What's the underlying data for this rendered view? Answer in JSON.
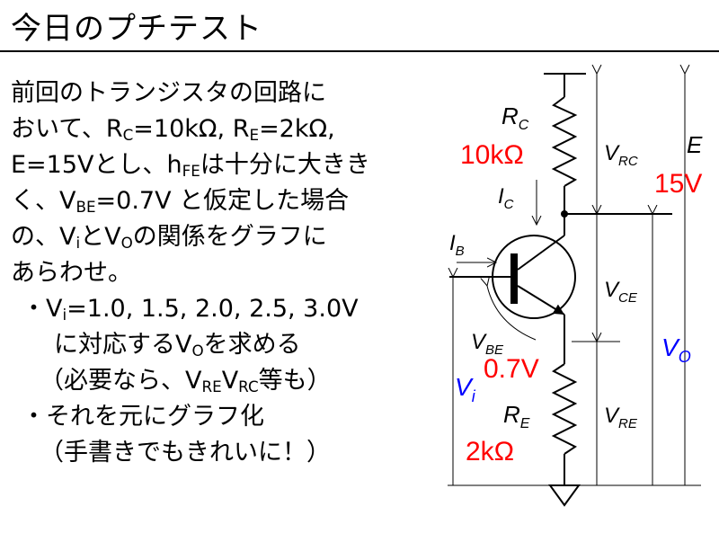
{
  "title": "今日のプチテスト",
  "paragraph": {
    "l1": "前回のトランジスタの回路に",
    "l2a": "おいて、R",
    "l2b": "C",
    "l2c": "=10kΩ, R",
    "l2d": "E",
    "l2e": "=2kΩ,",
    "l3a": "E=15Vとし、h",
    "l3b": "FE",
    "l3c": "は十分に大きき",
    "l4a": "く、V",
    "l4b": "BE",
    "l4c": "=0.7V と仮定した場合",
    "l5a": "の、V",
    "l5b": "i",
    "l5c": "とV",
    "l5d": "O",
    "l5e": "の関係をグラフに",
    "l6": "あらわせ。"
  },
  "bullets": {
    "b1a": "・V",
    "b1b": "i",
    "b1c": "=1.0, 1.5, 2.0, 2.5, 3.0V",
    "b1d_a": "に対応するV",
    "b1d_b": "O",
    "b1d_c": "を求める",
    "b1e_a": "（必要なら、V",
    "b1e_b": "RE",
    "b1e_c": "V",
    "b1e_d": "RC",
    "b1e_e": "等も）",
    "b2a": "・それを元にグラフ化",
    "b2b": "（手書きでもきれいに！）"
  },
  "diagram": {
    "rc": {
      "main": "R",
      "sub": "C",
      "value": "10kΩ"
    },
    "re": {
      "main": "R",
      "sub": "E",
      "value": "2kΩ"
    },
    "ic": {
      "main": "I",
      "sub": "C"
    },
    "ib": {
      "main": "I",
      "sub": "B"
    },
    "vbe": {
      "main": "V",
      "sub": "BE",
      "value": "0.7V"
    },
    "vrc": {
      "main": "V",
      "sub": "RC"
    },
    "vce": {
      "main": "V",
      "sub": "CE"
    },
    "vre": {
      "main": "V",
      "sub": "RE"
    },
    "e": {
      "main": "E",
      "value": "15V"
    },
    "vo": {
      "main": "V",
      "sub": "O"
    },
    "vi": {
      "main": "V",
      "sub": "i"
    }
  },
  "colors": {
    "red": "#ff0000",
    "blue": "#0000ff",
    "black": "#000000"
  }
}
